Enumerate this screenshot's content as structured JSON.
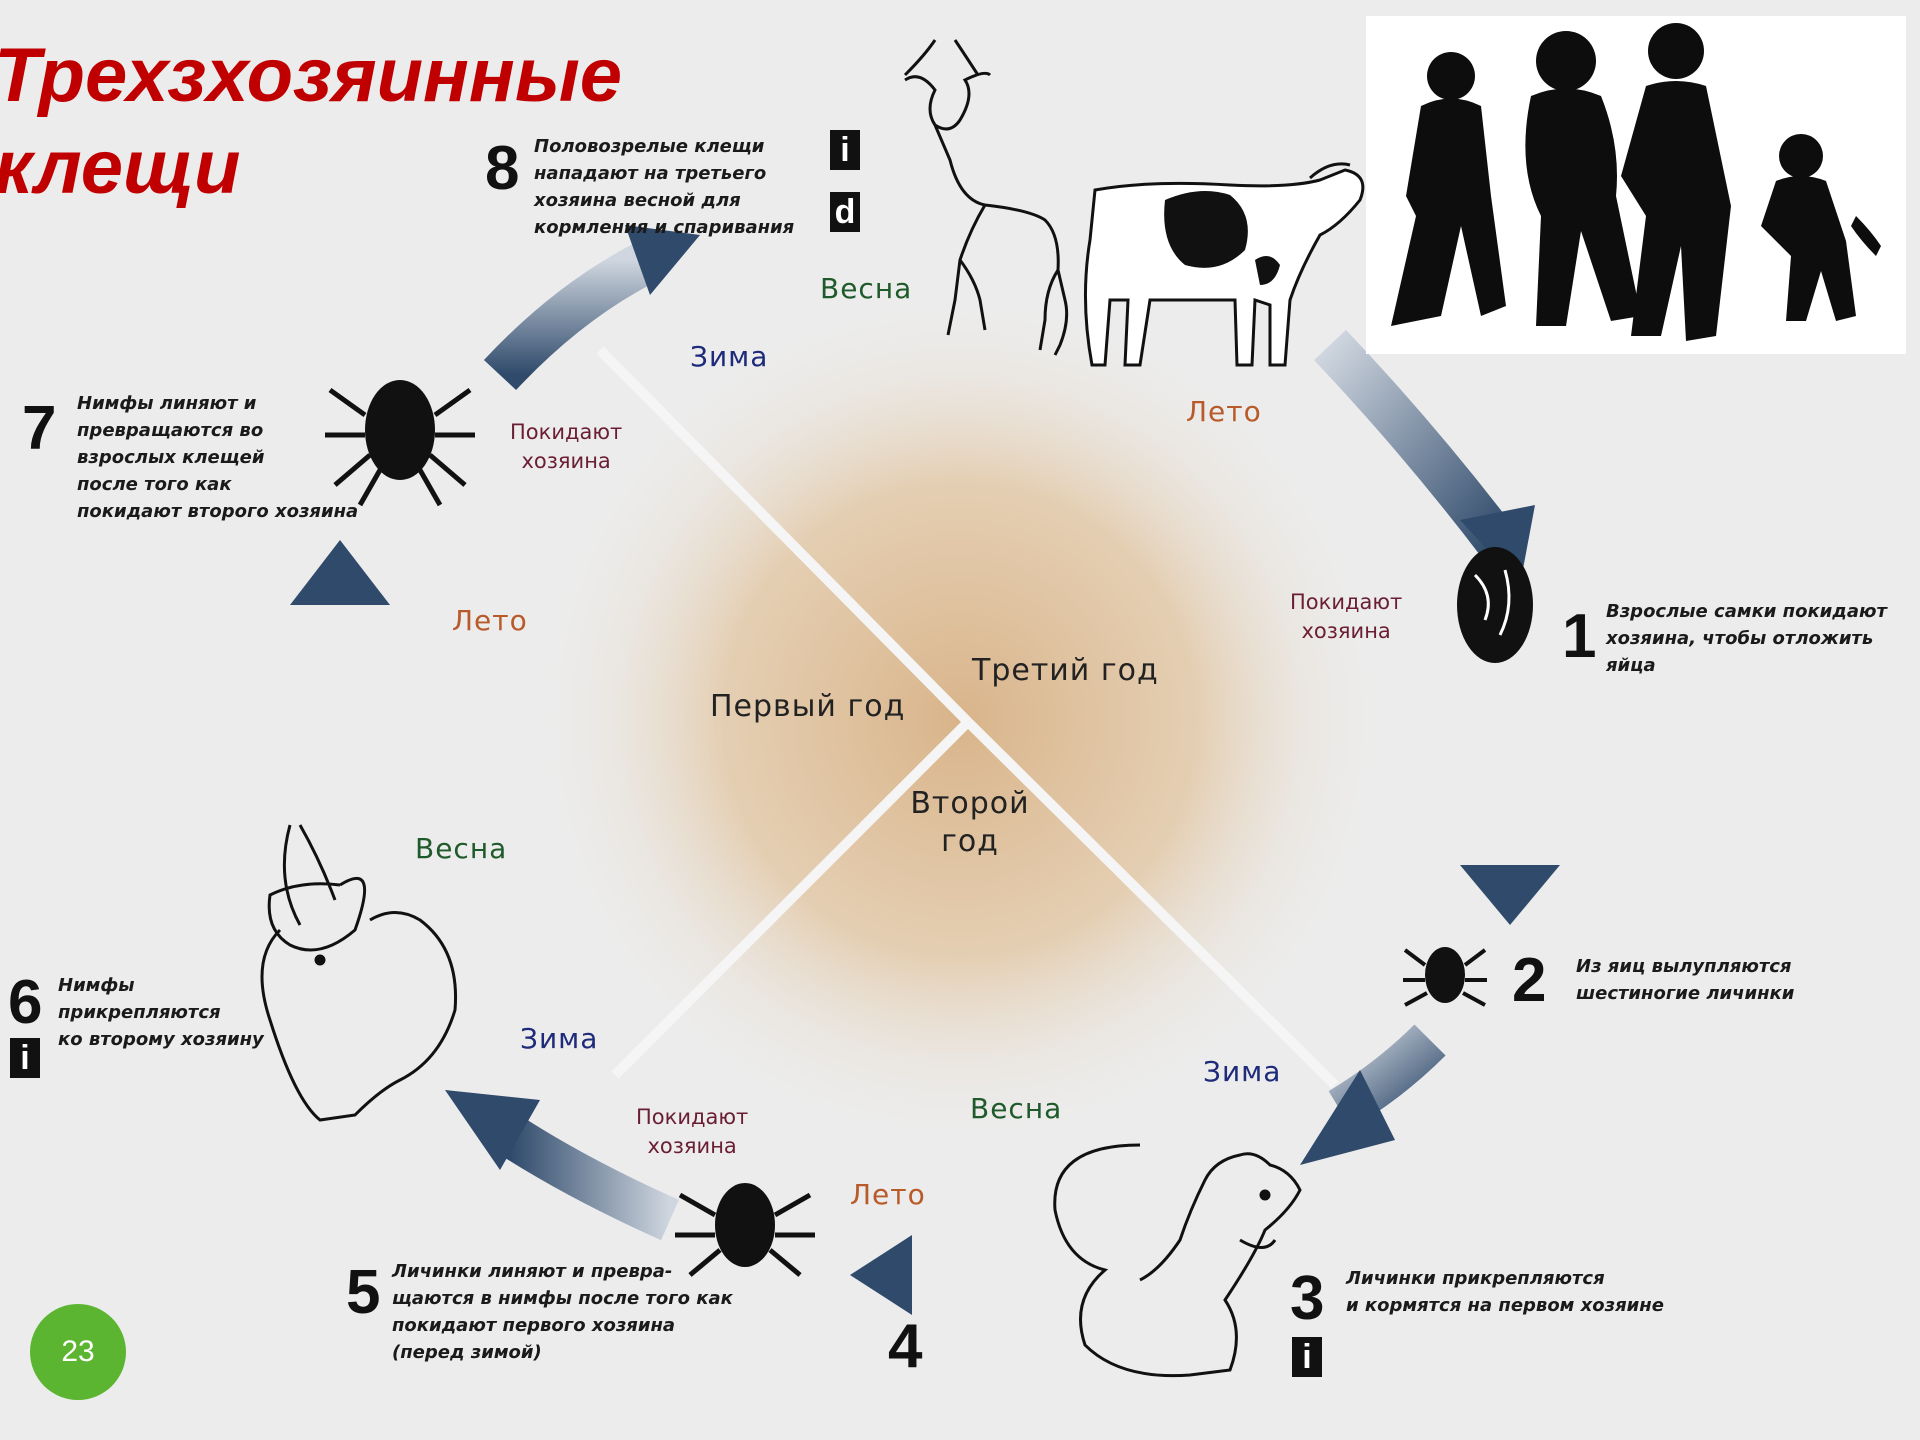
{
  "title": "Трехзхозяинные клещи",
  "title_lines": [
    "Трехзхозяинные",
    "клещи"
  ],
  "colors": {
    "title": "#c00000",
    "arrow": "#2f4a6b",
    "page_badge": "#5cb531",
    "center_glow": "#d9b48a"
  },
  "years": {
    "first": "Первый год",
    "second_line1": "Второй",
    "second_line2": "год",
    "third": "Третий год"
  },
  "seasons": {
    "spring_top": "Весна",
    "winter_top": "Зима",
    "summer_top_right": "Лето",
    "summer_left": "Лето",
    "spring_left": "Весна",
    "winter_left": "Зима",
    "winter_bottom_right": "Зима",
    "spring_bottom": "Весна",
    "summer_bottom": "Лето"
  },
  "leave_host": {
    "left_line1": "Покидают",
    "left_line2": "хозяина",
    "right_line1": "Покидают",
    "right_line2": "хозяина",
    "bottom_line1": "Покидают",
    "bottom_line2": "хозяина"
  },
  "steps": [
    {
      "num": "1",
      "lines": [
        "Взрослые самки покидают",
        "хозяина, чтобы отложить",
        "яйца"
      ]
    },
    {
      "num": "2",
      "lines": [
        "Из яиц вылупляются",
        "шестиногие личинки"
      ]
    },
    {
      "num": "3",
      "lines": [
        "Личинки прикрепляются",
        "и кормятся на первом хозяине"
      ]
    },
    {
      "num": "4",
      "lines": []
    },
    {
      "num": "5",
      "lines": [
        "Личинки линяют и превра-",
        "щаются в нимфы после того как",
        "покидают первого хозяина",
        "(перед зимой)"
      ]
    },
    {
      "num": "6",
      "lines": [
        "Нимфы",
        "прикрепляются",
        "ко второму хозяину"
      ]
    },
    {
      "num": "7",
      "lines": [
        "Нимфы линяют и",
        "превращаются во",
        "взрослых клещей",
        "после того как",
        "покидают второго хозяина"
      ]
    },
    {
      "num": "8",
      "lines": [
        "Половозрелые клещи",
        "нападают на третьего",
        "хозяина весной для",
        "кормления и спаривания"
      ]
    }
  ],
  "badges": {
    "i": "i",
    "d": "d"
  },
  "page_number": "23",
  "icons": [
    "tick-icon",
    "deer-icon",
    "cow-icon",
    "rabbit-icon",
    "squirrel-icon",
    "family-silhouette-icon"
  ]
}
